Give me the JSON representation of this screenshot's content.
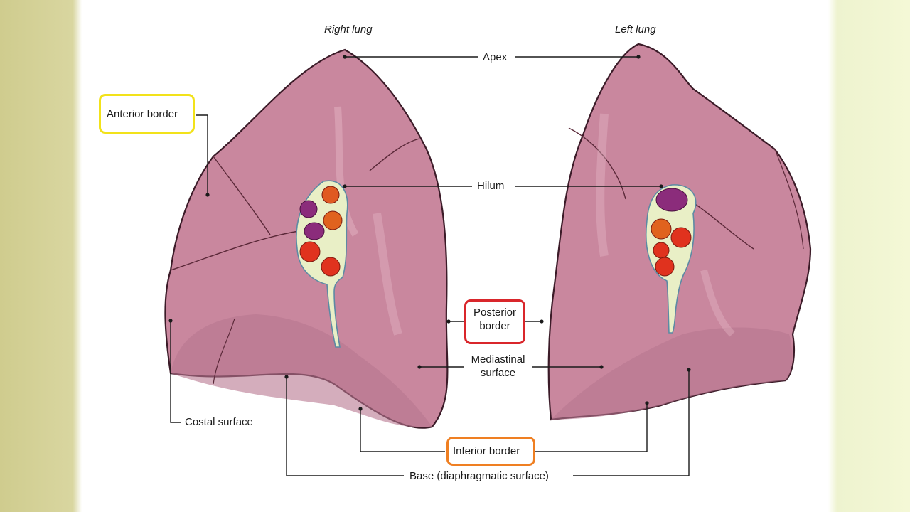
{
  "titles": {
    "right_lung": "Right lung",
    "left_lung": "Left lung"
  },
  "labels": {
    "apex": "Apex",
    "anterior_border": "Anterior border",
    "hilum": "Hilum",
    "posterior_border_line1": "Posterior",
    "posterior_border_line2": "border",
    "mediastinal_line1": "Mediastinal",
    "mediastinal_line2": "surface",
    "costal_surface": "Costal surface",
    "inferior_border": "Inferior border",
    "base": "Base (diaphragmatic surface)"
  },
  "highlight_colors": {
    "anterior_border": "#f2e21a",
    "posterior_border": "#d9262b",
    "inferior_border": "#ef7f22"
  },
  "colors": {
    "lung_fill": "#c9879e",
    "lung_shadow": "#a5647d",
    "lung_outline": "#3b1b28",
    "hilum_fill": "#e9efc6",
    "artery": "#8b2c7b",
    "vein": "#e0321e"
  }
}
